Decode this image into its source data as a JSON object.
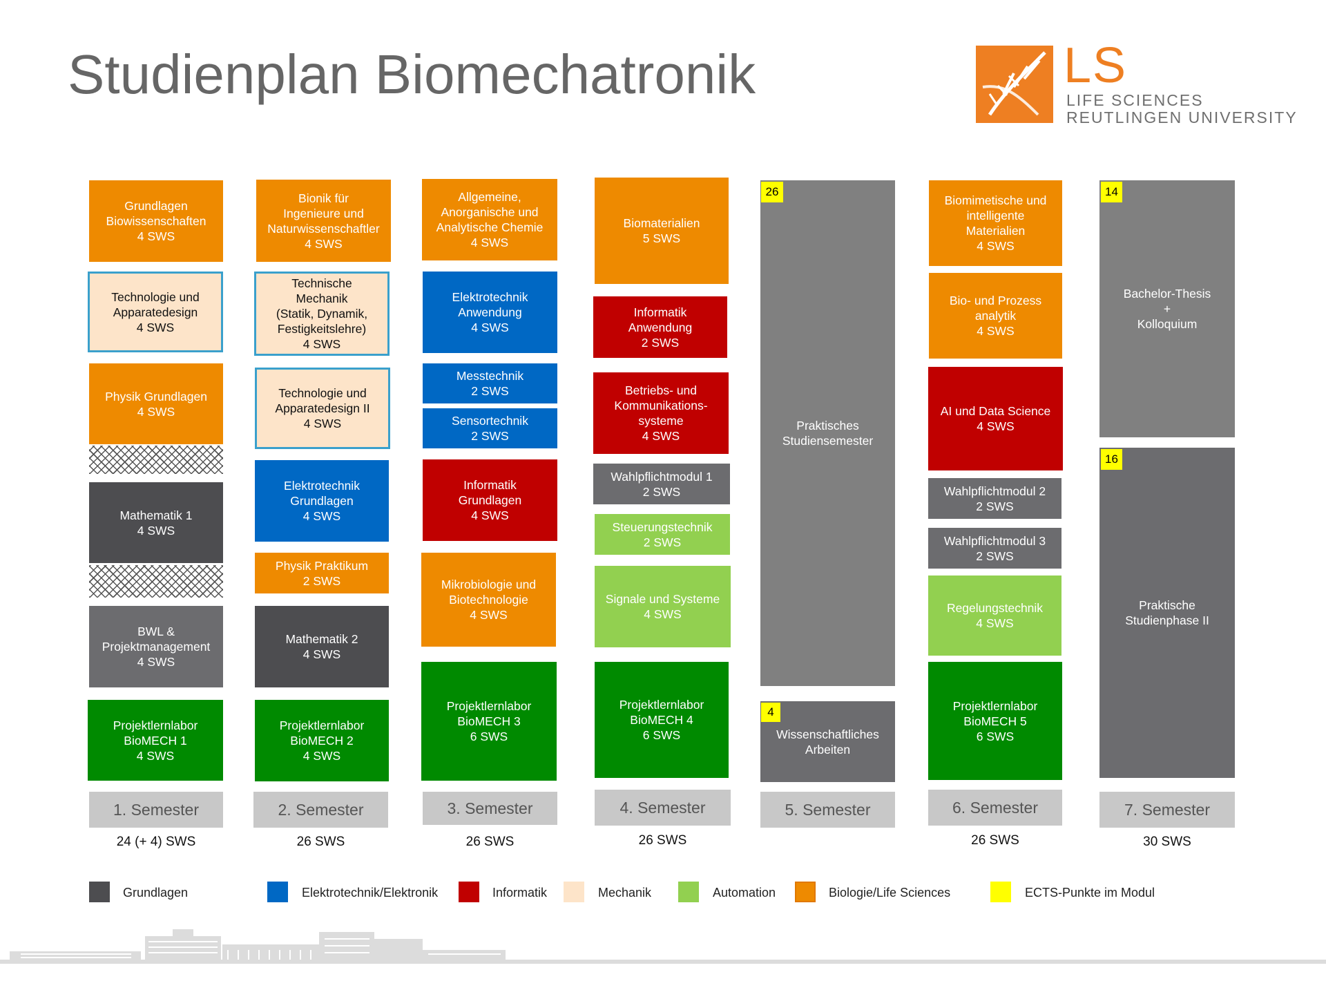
{
  "title": "Studienplan Biomechatronik",
  "logo": {
    "mark": "LS",
    "line1": "LIFE SCIENCES",
    "line2": "REUTLINGEN UNIVERSITY"
  },
  "colors": {
    "grundlagen": "#4d4d50",
    "elektrotechnik": "#0068c4",
    "informatik": "#c00000",
    "mechanik": "#fde4c9",
    "automation": "#92d050",
    "biologie": "#ee8a00",
    "ects": "#ffff00",
    "praxis": "#808080"
  },
  "semesters": [
    {
      "label": "1. Semester",
      "sws": "24 (+ 4) SWS",
      "modules": [
        {
          "text": "Grundlagen\nBiowissenschaften\n4 SWS"
        },
        {
          "text": "Technologie und\nApparatedesign\n4 SWS"
        },
        {
          "text": "Physik Grundlagen\n4 SWS"
        },
        {
          "text": "Mathematik 1\n4 SWS"
        },
        {
          "text": "BWL &\nProjektmanagement\n4 SWS"
        },
        {
          "text": "Projektlernlabor\nBioMECH 1\n4 SWS"
        }
      ]
    },
    {
      "label": "2. Semester",
      "sws": "26 SWS",
      "modules": [
        {
          "text": "Bionik für\nIngenieure und\nNaturwissenschaftler\n4 SWS"
        },
        {
          "text": "Technische\nMechanik\n(Statik, Dynamik,\nFestigkeitslehre)\n4 SWS"
        },
        {
          "text": "Technologie und\nApparatedesign II\n4 SWS"
        },
        {
          "text": "Elektrotechnik\nGrundlagen\n4  SWS"
        },
        {
          "text": "Physik Praktikum\n2 SWS"
        },
        {
          "text": "Mathematik 2\n4 SWS"
        },
        {
          "text": "Projektlernlabor\nBioMECH 2\n4 SWS"
        }
      ]
    },
    {
      "label": "3. Semester",
      "sws": "26 SWS",
      "modules": [
        {
          "text": "Allgemeine,\nAnorganische und\nAnalytische Chemie\n4 SWS"
        },
        {
          "text": "Elektrotechnik\nAnwendung\n4 SWS"
        },
        {
          "text": "Messtechnik\n2  SWS"
        },
        {
          "text": "Sensortechnik\n2  SWS"
        },
        {
          "text": "Informatik\nGrundlagen\n4 SWS"
        },
        {
          "text": "Mikrobiologie und\nBiotechnologie\n4 SWS"
        },
        {
          "text": "Projektlernlabor\nBioMECH 3\n6 SWS"
        }
      ]
    },
    {
      "label": "4. Semester",
      "sws": "26 SWS",
      "modules": [
        {
          "text": "Biomaterialien\n5 SWS"
        },
        {
          "text": "Informatik\nAnwendung\n2  SWS"
        },
        {
          "text": "Betriebs- und\nKommunikations-\nsysteme\n4  SWS"
        },
        {
          "text": "Wahlpflichtmodul 1\n2 SWS"
        },
        {
          "text": "Steuerungstechnik\n2 SWS"
        },
        {
          "text": "Signale und Systeme\n4 SWS"
        },
        {
          "text": "Projektlernlabor\nBioMECH 4\n6 SWS"
        }
      ]
    },
    {
      "label": "5. Semester",
      "sws": "",
      "modules": [
        {
          "text": "Praktisches\nStudiensemester",
          "ects": "26"
        },
        {
          "text": "Wissenschaftliches\nArbeiten",
          "ects": "4"
        }
      ]
    },
    {
      "label": "6. Semester",
      "sws": "26 SWS",
      "modules": [
        {
          "text": "Biomimetische und\nintelligente\nMaterialien\n4 SWS"
        },
        {
          "text": "Bio- und Prozess\nanalytik\n4 SWS"
        },
        {
          "text": "AI und Data Science\n4 SWS"
        },
        {
          "text": "Wahlpflichtmodul 2\n2 SWS"
        },
        {
          "text": "Wahlpflichtmodul 3\n2 SWS"
        },
        {
          "text": "Regelungstechnik\n4 SWS"
        },
        {
          "text": "Projektlernlabor\nBioMECH 5\n6 SWS"
        }
      ]
    },
    {
      "label": "7. Semester",
      "sws": "30 SWS",
      "modules": [
        {
          "text": "Bachelor-Thesis\n+\nKolloquium",
          "ects": "14"
        },
        {
          "text": "Praktische\nStudienphase II",
          "ects": "16"
        }
      ]
    }
  ],
  "legend": [
    {
      "label": "Grundlagen"
    },
    {
      "label": "Elektrotechnik/Elektronik"
    },
    {
      "label": "Informatik"
    },
    {
      "label": "Mechanik"
    },
    {
      "label": "Automation"
    },
    {
      "label": "Biologie/Life Sciences"
    },
    {
      "label": "ECTS-Punkte im Modul"
    }
  ]
}
